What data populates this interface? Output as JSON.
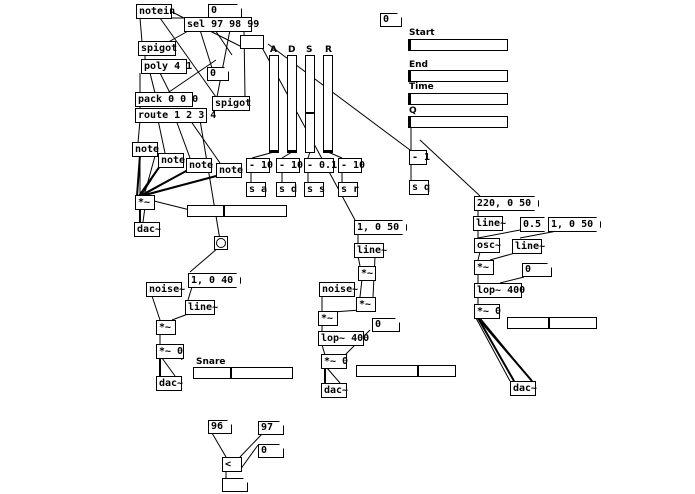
{
  "objects": {
    "notein": "notein",
    "sel": "sel 97 98 99",
    "spigot1": "spigot",
    "spigot2": "spigot",
    "poly": "poly 4 1",
    "pack": "pack 0 0 0",
    "route": "route 1 2 3 4",
    "note1": "note",
    "note2": "note",
    "note3": "note",
    "note4": "note",
    "mul_main": "*~",
    "dac_main": "dac~",
    "sub_a": "- 10",
    "sub_d": "- 10",
    "sub_s": "- 0.1",
    "sub_r": "- 10",
    "send_a": "s a",
    "send_d": "s d",
    "send_s": "s s",
    "send_r": "s r",
    "sub_q": "- 1",
    "send_q": "s q",
    "noise1": "noise~",
    "line1": "line~",
    "mul1a": "*~",
    "mul1b": "*~ 0",
    "dac1": "dac~",
    "line2": "line~",
    "mul2a": "*~",
    "mul2b": "*~",
    "noise2": "noise~",
    "mul2c": "*~",
    "lop2": "lop~ 400",
    "mul2d": "*~ 0",
    "dac2": "dac~",
    "line3": "line~",
    "osc3": "osc~",
    "line3b": "line~",
    "mul3a": "*~",
    "lop3": "lop~ 400",
    "mul3b": "*~ 0",
    "dac3": "dac~",
    "lt": "<"
  },
  "messages": {
    "msg_snare": "1, 0 40",
    "msg_mid": "1, 0 50",
    "msg_kick": "220, 0 50",
    "msg_kick2": "1, 0 50",
    "msg_half": "0.5"
  },
  "numbers": {
    "n_top": "0",
    "n_spigot": "0",
    "n_free": "0",
    "n_mid": "0",
    "n_kick": "0",
    "n_96": "96",
    "n_97": "97",
    "n_lt": "0",
    "n_bottom": ""
  },
  "labels": {
    "A": "A",
    "D": "D",
    "S": "S",
    "R": "R",
    "start": "Start",
    "end": "End",
    "time": "Time",
    "q": "Q",
    "snare": "Snare"
  },
  "sliders": {
    "A": 0.0,
    "D": 0.0,
    "S": 0.4,
    "R": 0.0,
    "start": 0.0,
    "end": 0.0,
    "time": 0.0,
    "q": 0.0,
    "main_gain": 0.36,
    "snare_gain": 0.38,
    "mid_gain": 0.62,
    "kick_gain": 0.47
  }
}
